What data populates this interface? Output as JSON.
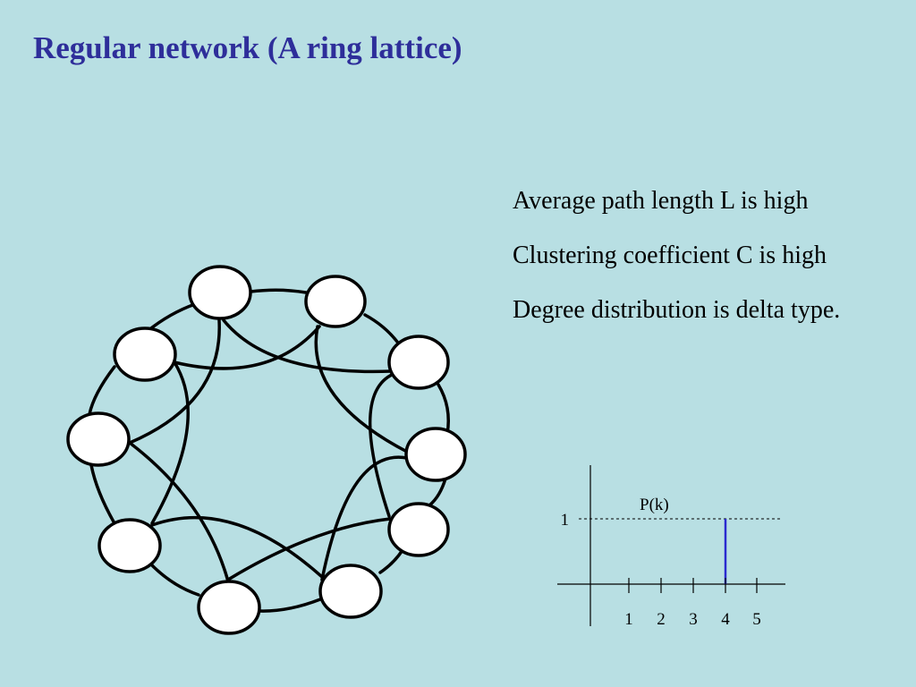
{
  "slide": {
    "title": "Regular network (A ring lattice)",
    "bullets": [
      "Average path length L  is high",
      "Clustering coefficient C is high",
      "Degree distribution is delta type."
    ]
  },
  "chart_data": {
    "type": "bar",
    "title": "P(k)",
    "x_ticks": [
      1,
      2,
      3,
      4,
      5
    ],
    "y_ticks": [
      1
    ],
    "points": [
      {
        "x": 4,
        "y": 1
      }
    ],
    "reference_lines": [
      {
        "axis": "y",
        "value": 1,
        "style": "dashed"
      }
    ]
  }
}
